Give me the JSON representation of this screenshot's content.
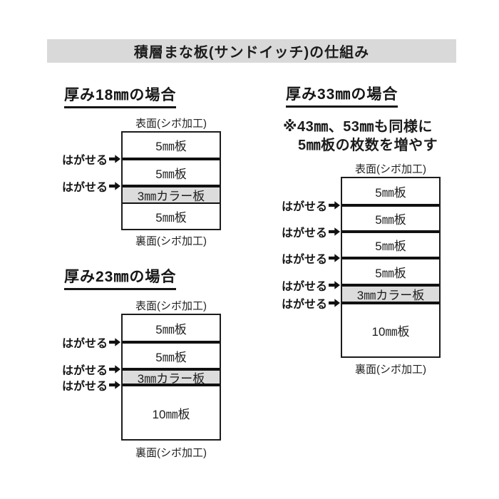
{
  "title": "積層まな板(サンドイッチ)の仕組み",
  "labels": {
    "front": "表面(シボ加工)",
    "back": "裏面(シボ加工)",
    "peel": "はがせる"
  },
  "note": {
    "line1": "※43㎜、53㎜も同様に",
    "line2": "5㎜板の枚数を増やす"
  },
  "diagrams": [
    {
      "heading": "厚み18㎜の場合",
      "layers": [
        "5㎜板",
        "5㎜板",
        "3㎜カラー板",
        "5㎜板"
      ],
      "peel_point_count": 2
    },
    {
      "heading": "厚み23㎜の場合",
      "layers": [
        "5㎜板",
        "5㎜板",
        "3㎜カラー板",
        "10㎜板"
      ],
      "peel_point_count": 3
    },
    {
      "heading": "厚み33㎜の場合",
      "layers": [
        "5㎜板",
        "5㎜板",
        "5㎜板",
        "5㎜板",
        "3㎜カラー板",
        "10㎜板"
      ],
      "peel_point_count": 5
    }
  ],
  "icons": {
    "peel_arrow": "black-rightwards-arrow"
  },
  "colors": {
    "title_bar_gray": "#d9d9d9",
    "color_layer_gray": "#dcdcdc",
    "line_black": "#111111"
  }
}
